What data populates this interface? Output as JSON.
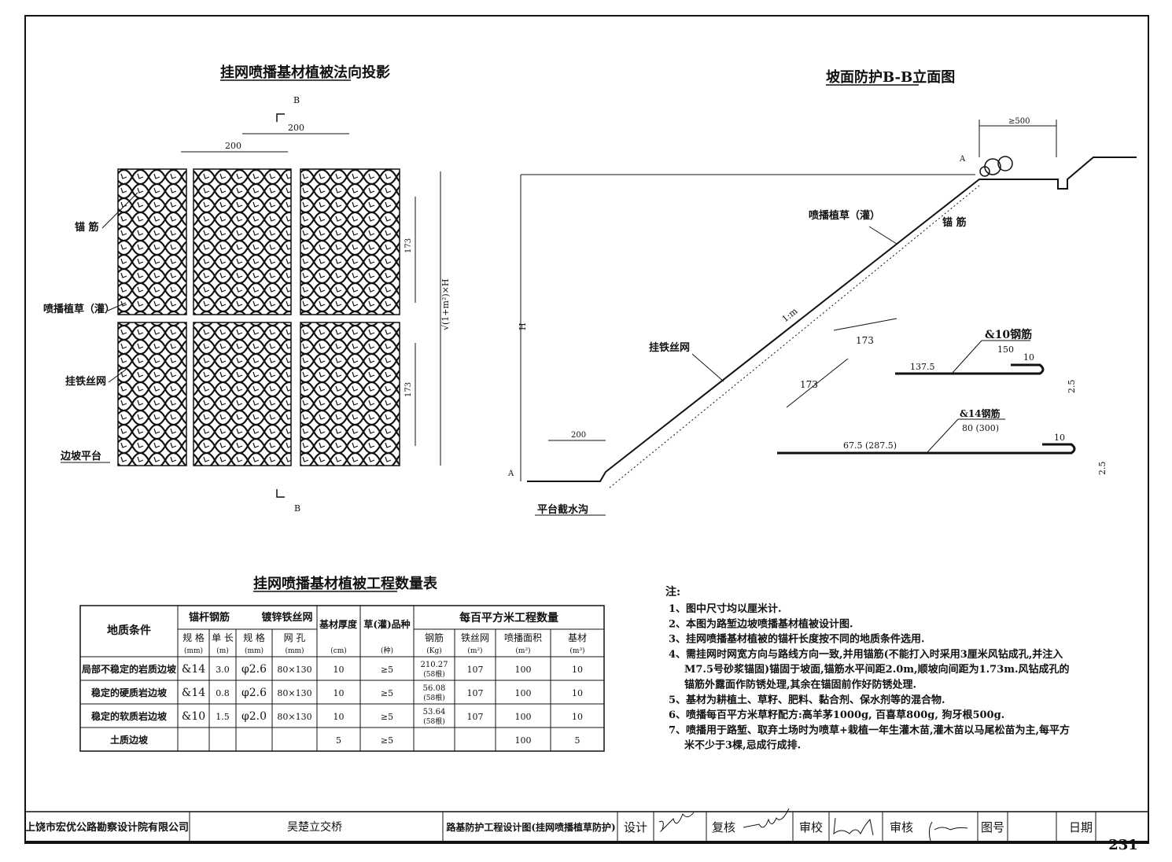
{
  "projection": {
    "title": "挂网喷播基材植被法向投影",
    "section_mark": "B",
    "dim_200_a": "200",
    "dim_200_b": "200",
    "dim_173_a": "173",
    "dim_173_b": "173",
    "dim_total": "√(1+m²)×H",
    "labels": {
      "anchor": "锚 筋",
      "spray": "喷播植草（灌）",
      "mesh": "挂铁丝网",
      "platform": "边坡平台"
    }
  },
  "elevation": {
    "title": "坡面防护B-B立面图",
    "dim_500": "≥500",
    "section_mark": "A",
    "height_label": "H",
    "slope_label": "1:m",
    "dim_173_a": "173",
    "dim_173_b": "173",
    "dim_200": "200",
    "labels": {
      "spray": "喷播植草（灌）",
      "anchor": "锚 筋",
      "mesh": "挂铁丝网",
      "ditch": "平台截水沟"
    },
    "rebar10": {
      "title": "&10钢筋",
      "len": "150",
      "tail": "137.5",
      "hook": "10",
      "dia": "2.5"
    },
    "rebar14": {
      "title": "&14钢筋",
      "len": "80 (300)",
      "tail": "67.5 (287.5)",
      "hook": "10",
      "dia": "2.5"
    }
  },
  "table": {
    "title": "挂网喷播基材植被工程数量表",
    "h_condition": "地质条件",
    "h_anchor": "锚杆钢筋",
    "h_wire": "镀锌铁丝网",
    "h_thick": "基材厚度",
    "h_grass": "草(灌)品种",
    "h_qty": "每百平方米工程数量",
    "sub": [
      "规 格",
      "单 长",
      "规 格",
      "网 孔",
      "",
      "",
      "钢筋",
      "铁丝网",
      "喷播面积",
      "基材"
    ],
    "units": [
      "(mm)",
      "(m)",
      "(mm)",
      "(mm)",
      "(cm)",
      "(种)",
      "(Kg)",
      "(m²)",
      "(m²)",
      "(m³)"
    ],
    "rows": [
      [
        "局部不稳定的岩质边坡",
        "&14",
        "3.0",
        "φ2.6",
        "80×130",
        "10",
        "≥5",
        "210.27",
        "(58根)",
        "107",
        "100",
        "10"
      ],
      [
        "稳定的硬质岩边坡",
        "&14",
        "0.8",
        "φ2.6",
        "80×130",
        "10",
        "≥5",
        "56.08",
        "(58根)",
        "107",
        "100",
        "10"
      ],
      [
        "稳定的软质岩边坡",
        "&10",
        "1.5",
        "φ2.0",
        "80×130",
        "10",
        "≥5",
        "53.64",
        "(58根)",
        "107",
        "100",
        "10"
      ],
      [
        "土质边坡",
        "",
        "",
        "",
        "",
        "5",
        "≥5",
        "",
        "",
        "",
        "100",
        "5"
      ]
    ]
  },
  "notes": {
    "title": "注:",
    "lines": [
      "1、图中尺寸均以厘米计.",
      "2、本图为路堑边坡喷播基材植被设计图.",
      "3、挂网喷播基材植被的锚杆长度按不同的地质条件选用.",
      "4、需挂网时网宽方向与路线方向一致,并用锚筋(不能打入时采用3厘米风钻成孔,并注入",
      "   M7.5号砂浆锚固)锚固于坡面,锚筋水平间距2.0m,顺坡向间距为1.73m.风钻成孔的",
      "   锚筋外露面作防锈处理,其余在锚固前作好防锈处理.",
      "5、基材为耕植土、草籽、肥料、黏合剂、保水剂等的混合物.",
      "6、喷播每百平方米草籽配方:高羊茅1000g, 百喜草800g, 狗牙根500g.",
      "7、喷播用于路堑、取弃土场时为喷草+栽植一年生灌木苗,灌木苗以马尾松苗为主,每平方",
      "   米不少于3棵,忌成行成排."
    ]
  },
  "title_block": {
    "company": "上饶市宏优公路勘察设计院有限公司",
    "project": "吴楚立交桥",
    "drawing": "路基防护工程设计图(挂网喷播植草防护)",
    "design": "设计",
    "review": "复核",
    "check": "审校",
    "approve": "审核",
    "drawing_no": "图号",
    "date": "日期",
    "page": "231"
  }
}
